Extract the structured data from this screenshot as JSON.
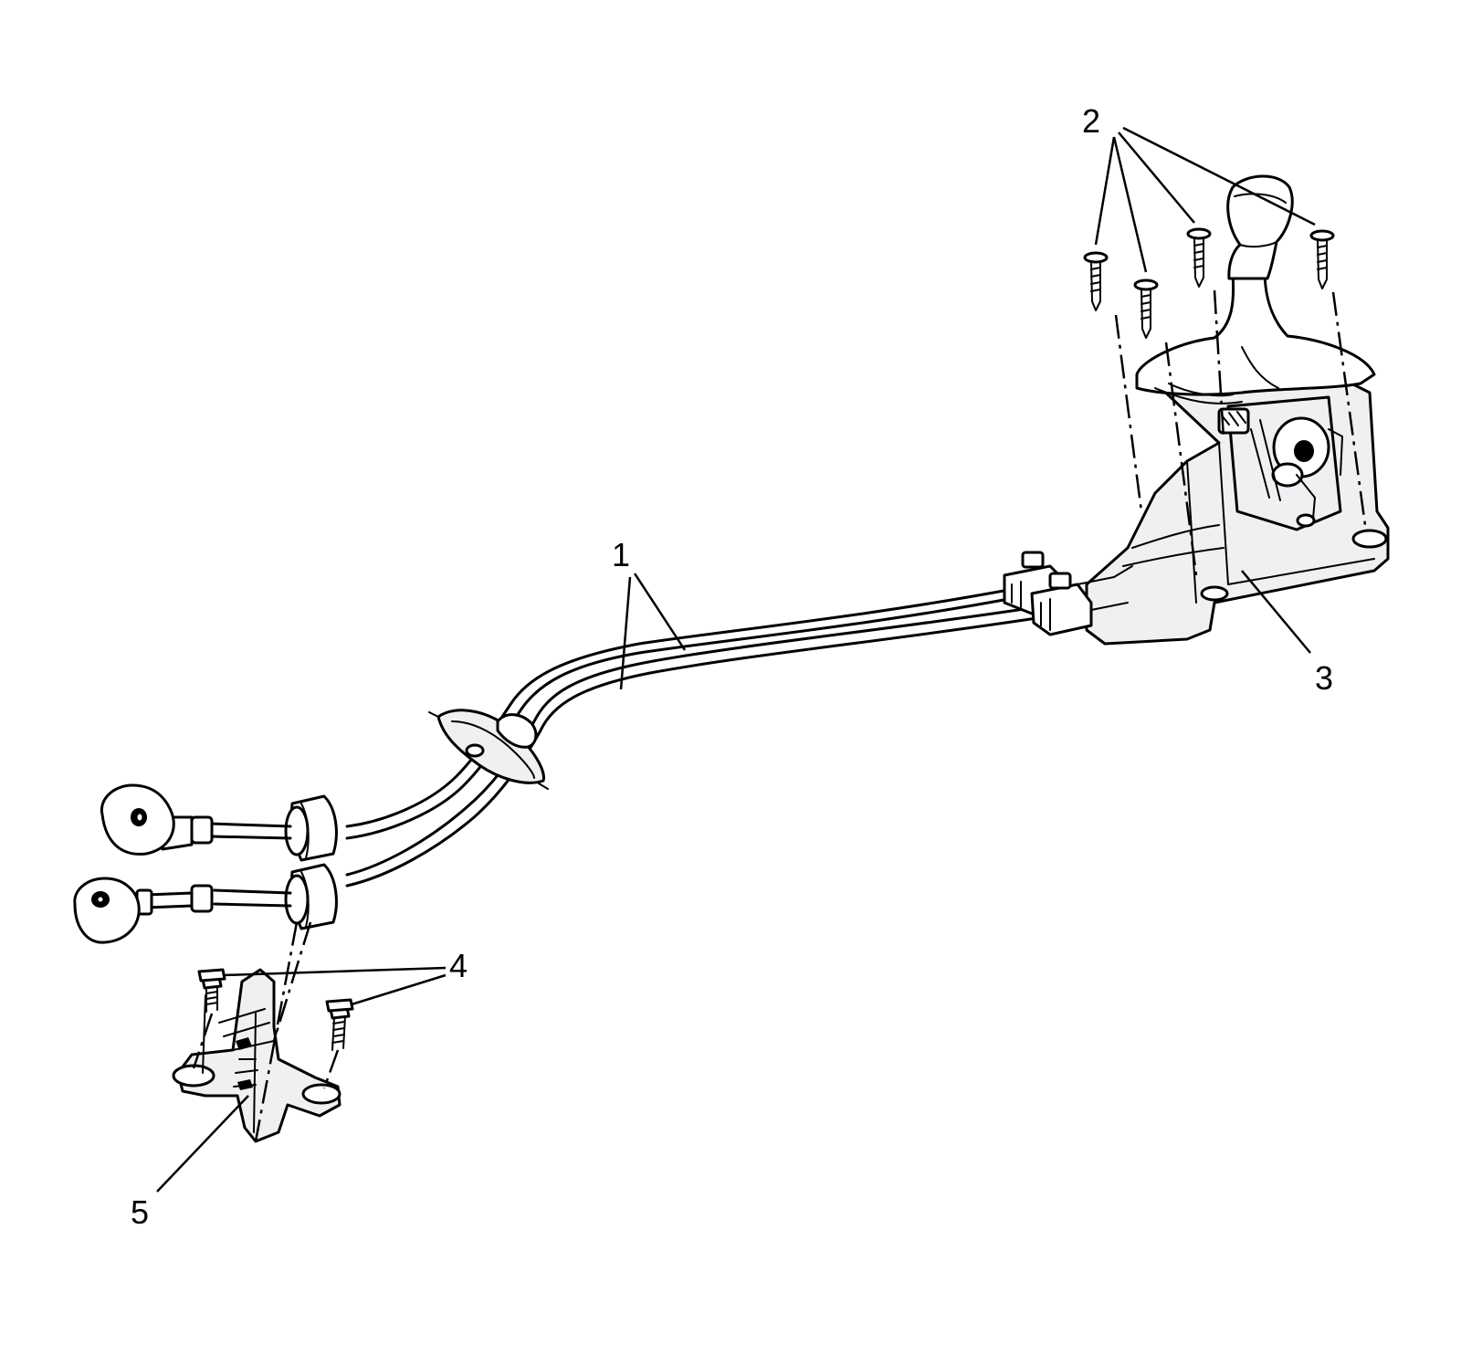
{
  "callouts": [
    {
      "id": "1",
      "label": "1"
    },
    {
      "id": "2",
      "label": "2"
    },
    {
      "id": "3",
      "label": "3"
    },
    {
      "id": "4",
      "label": "4"
    },
    {
      "id": "5",
      "label": "5"
    }
  ],
  "colors": {
    "line": "#000000",
    "background": "#ffffff",
    "shade": "#eef0f2"
  }
}
